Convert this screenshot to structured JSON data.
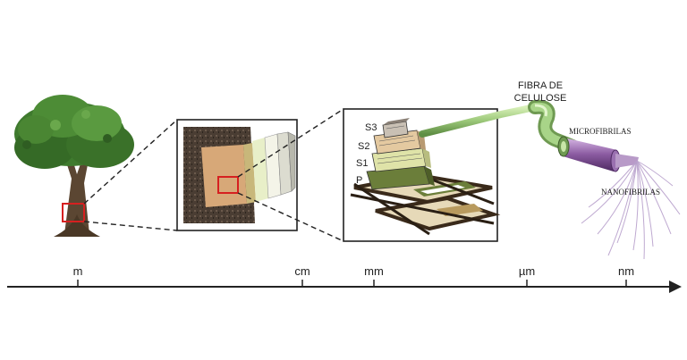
{
  "labels": {
    "fibra_line1": "FIBRA DE",
    "fibra_line2": "CELULOSE",
    "microfibrilas": "MICROFIBRILAS",
    "nanofibrilas": "NANOFIBRILAS",
    "layer_s3": "S3",
    "layer_s2": "S2",
    "layer_s1": "S1",
    "layer_p": "P"
  },
  "scale": {
    "ticks": [
      {
        "id": "m",
        "label": "m"
      },
      {
        "id": "cm",
        "label": "cm"
      },
      {
        "id": "mm",
        "label": "mm"
      },
      {
        "id": "um",
        "label": "µm"
      },
      {
        "id": "nm",
        "label": "nm"
      }
    ]
  },
  "colors": {
    "highlight": "#d62020",
    "axis": "#222222",
    "microfibril": "#7a4a8c",
    "fiber": "#9cc87a",
    "foliage": "#3f7a2e"
  }
}
